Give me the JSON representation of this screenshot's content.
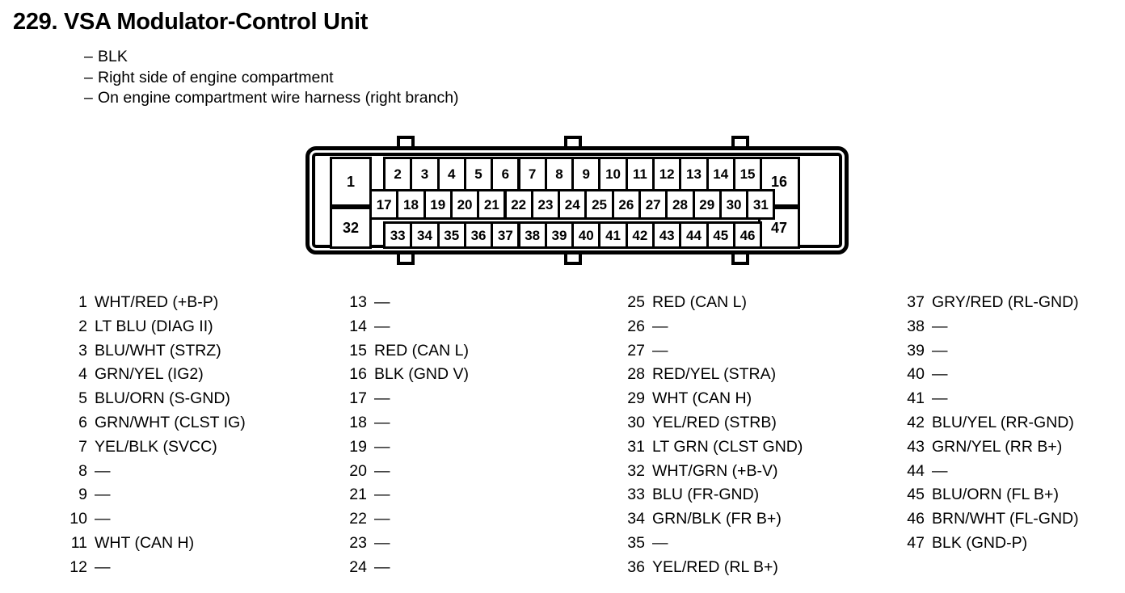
{
  "header": {
    "title": "229. VSA Modulator-Control Unit",
    "dash": "–",
    "specs": [
      "BLK",
      "Right side of engine compartment",
      "On engine compartment wire harness (right branch)"
    ]
  },
  "connector": {
    "name": "connector-pinout-diagram",
    "row_top_left": "1",
    "row_top": [
      "2",
      "3",
      "4",
      "5",
      "6",
      "7",
      "8",
      "9",
      "10",
      "11",
      "12",
      "13",
      "14",
      "15"
    ],
    "row_top_right": "16",
    "row_second": [
      "17",
      "18",
      "19",
      "20",
      "21",
      "22",
      "23",
      "24",
      "25",
      "26",
      "27",
      "28",
      "29",
      "30",
      "31"
    ],
    "row_bottom_left": "32",
    "row_bottom": [
      "33",
      "34",
      "35",
      "36",
      "37",
      "38",
      "39",
      "40",
      "41",
      "42",
      "43",
      "44",
      "45",
      "46"
    ],
    "row_bottom_right": "47"
  },
  "pins": [
    {
      "num": "1",
      "desc": "WHT/RED (+B-P)"
    },
    {
      "num": "2",
      "desc": "LT BLU (DIAG II)"
    },
    {
      "num": "3",
      "desc": "BLU/WHT (STRZ)"
    },
    {
      "num": "4",
      "desc": "GRN/YEL (IG2)"
    },
    {
      "num": "5",
      "desc": "BLU/ORN (S-GND)"
    },
    {
      "num": "6",
      "desc": "GRN/WHT (CLST IG)"
    },
    {
      "num": "7",
      "desc": "YEL/BLK (SVCC)"
    },
    {
      "num": "8",
      "desc": "—"
    },
    {
      "num": "9",
      "desc": "—"
    },
    {
      "num": "10",
      "desc": "—"
    },
    {
      "num": "11",
      "desc": "WHT (CAN H)"
    },
    {
      "num": "12",
      "desc": "—"
    },
    {
      "num": "13",
      "desc": "—"
    },
    {
      "num": "14",
      "desc": "—"
    },
    {
      "num": "15",
      "desc": "RED (CAN L)"
    },
    {
      "num": "16",
      "desc": "BLK (GND V)"
    },
    {
      "num": "17",
      "desc": "—"
    },
    {
      "num": "18",
      "desc": "—"
    },
    {
      "num": "19",
      "desc": "—"
    },
    {
      "num": "20",
      "desc": "—"
    },
    {
      "num": "21",
      "desc": "—"
    },
    {
      "num": "22",
      "desc": "—"
    },
    {
      "num": "23",
      "desc": "—"
    },
    {
      "num": "24",
      "desc": "—"
    },
    {
      "num": "25",
      "desc": "RED (CAN L)"
    },
    {
      "num": "26",
      "desc": "—"
    },
    {
      "num": "27",
      "desc": "—"
    },
    {
      "num": "28",
      "desc": "RED/YEL (STRA)"
    },
    {
      "num": "29",
      "desc": "WHT (CAN H)"
    },
    {
      "num": "30",
      "desc": "YEL/RED (STRB)"
    },
    {
      "num": "31",
      "desc": "LT GRN (CLST GND)"
    },
    {
      "num": "32",
      "desc": "WHT/GRN (+B-V)"
    },
    {
      "num": "33",
      "desc": "BLU (FR-GND)"
    },
    {
      "num": "34",
      "desc": "GRN/BLK (FR B+)"
    },
    {
      "num": "35",
      "desc": "—"
    },
    {
      "num": "36",
      "desc": "YEL/RED (RL B+)"
    },
    {
      "num": "37",
      "desc": "GRY/RED (RL-GND)"
    },
    {
      "num": "38",
      "desc": "—"
    },
    {
      "num": "39",
      "desc": "—"
    },
    {
      "num": "40",
      "desc": "—"
    },
    {
      "num": "41",
      "desc": "—"
    },
    {
      "num": "42",
      "desc": "BLU/YEL (RR-GND)"
    },
    {
      "num": "43",
      "desc": "GRN/YEL (RR B+)"
    },
    {
      "num": "44",
      "desc": "—"
    },
    {
      "num": "45",
      "desc": "BLU/ORN (FL B+)"
    },
    {
      "num": "46",
      "desc": "BRN/WHT (FL-GND)"
    },
    {
      "num": "47",
      "desc": "BLK (GND-P)"
    }
  ]
}
